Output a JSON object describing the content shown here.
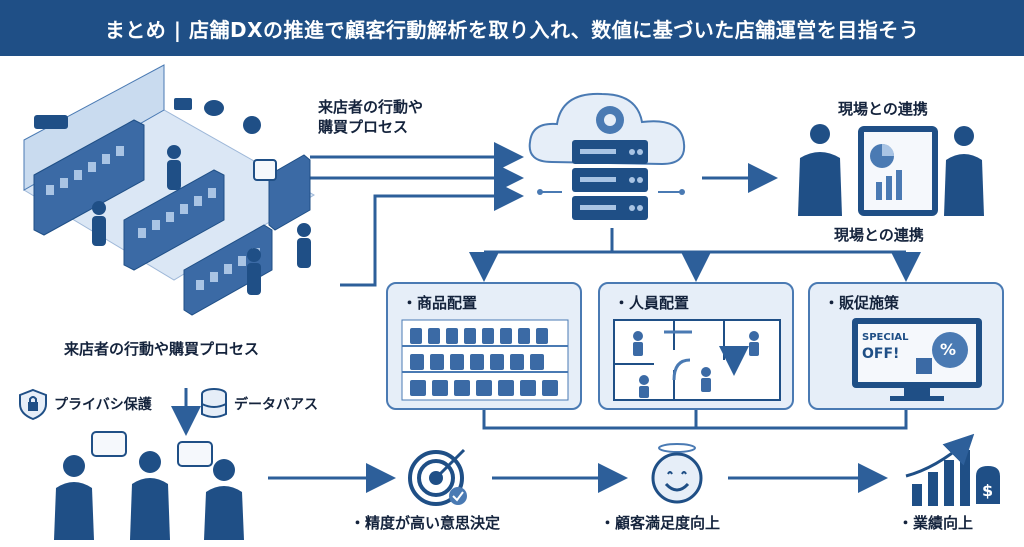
{
  "header": {
    "title": "まとめ | 店舗DXの推進で顧客行動解析を取り入れ、数値に基づいた店舗運営を目指そう"
  },
  "flow": {
    "store_to_cloud_label_line1": "来店者の行動や",
    "store_to_cloud_label_line2": "購買プロセス",
    "store_caption": "来店者の行動や購買プロセス",
    "collab_top": "現場との連携",
    "collab_bottom": "現場との連携"
  },
  "badges": {
    "privacy": "プライバシ保護",
    "database": "データバアス"
  },
  "panels": [
    {
      "title": "・商品配置",
      "icon": "product-shelf-icon"
    },
    {
      "title": "・人員配置",
      "icon": "floor-plan-icon"
    },
    {
      "title": "・販促施策",
      "icon": "promotion-monitor-icon"
    }
  ],
  "monitor": {
    "special": "SPECIAL",
    "off": "OFF!",
    "percent": "%"
  },
  "outcomes": {
    "decision": "・精度が高い意思決定",
    "satisfaction": "・顧客満足度向上",
    "performance": "・業績向上"
  },
  "colors": {
    "primary": "#1f4f86",
    "accent": "#4a7ab3",
    "light": "#e6eef8",
    "line": "#2d5f9a"
  }
}
